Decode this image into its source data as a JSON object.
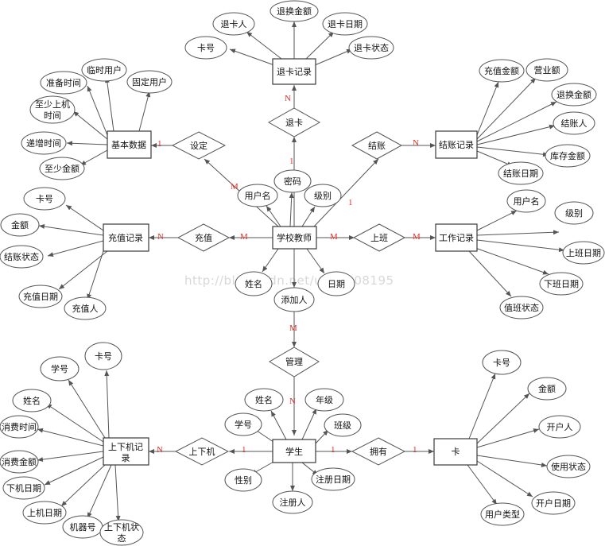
{
  "entities": {
    "teacher": "学校教师",
    "refund": "退卡记录",
    "basic": "基本数据",
    "recharge": "充值记录",
    "settle": "结账记录",
    "work": "工作记录",
    "student": "学生",
    "card": "卡",
    "online_line1": "上下机记",
    "online_line2": "录"
  },
  "relationships": {
    "refund_rel": "退卡",
    "setup": "设定",
    "settle_rel": "结账",
    "recharge_rel": "充值",
    "shift": "上班",
    "manage": "管理",
    "updown": "上下机",
    "own": "拥有"
  },
  "attributes": {
    "refund_person": "退卡人",
    "refund_amount": "退换金额",
    "refund_date": "退卡日期",
    "refund_card": "卡号",
    "refund_status": "退卡状态",
    "basic_temp_user": "临时用户",
    "basic_prep_time": "准备时间",
    "basic_fixed_user": "固定用户",
    "basic_min_time_l1": "至少上机",
    "basic_min_time_l2": "时间",
    "basic_incr_time": "递增时间",
    "basic_min_amount": "至少金额",
    "settle_recharge": "充值金额",
    "settle_revenue": "营业额",
    "settle_refund": "退换金额",
    "settle_person": "结账人",
    "settle_stock": "库存金额",
    "settle_date": "结账日期",
    "rc_card": "卡号",
    "rc_amount": "金额",
    "rc_status": "结账状态",
    "rc_date": "充值日期",
    "rc_person": "充值人",
    "t_username": "用户名",
    "t_password": "密码",
    "t_level": "级别",
    "t_name": "姓名",
    "t_date": "日期",
    "t_added_by": "添加人",
    "w_username": "用户名",
    "w_level": "级别",
    "w_start": "上班日期",
    "w_end": "下班日期",
    "w_status": "值班状态",
    "o_card": "卡号",
    "o_sid": "学号",
    "o_name": "姓名",
    "o_time": "消费时间",
    "o_amount": "消费金额",
    "o_offdate": "下机日期",
    "o_ondate": "上机日期",
    "o_machine": "机器号",
    "o_state_l1": "上下机状",
    "o_state_l2": "态",
    "s_name": "姓名",
    "s_grade": "年级",
    "s_sid": "学号",
    "s_class": "班级",
    "s_gender": "性别",
    "s_regdate": "注册日期",
    "s_registrar": "注册人",
    "c_card": "卡号",
    "c_amount": "金额",
    "c_opener": "开户人",
    "c_status": "使用状态",
    "c_opendate": "开户日期",
    "c_type": "用户类型"
  },
  "cardinalities": {
    "refund_n": "N",
    "refund_1": "1",
    "settle_1": "1",
    "settle_n": "N",
    "setup_m": "M",
    "setup_1": "1",
    "recharge_m": "M",
    "recharge_n": "N",
    "shift_m1": "M",
    "shift_m2": "M",
    "manage_m": "M",
    "manage_n": "N",
    "updown_1": "1",
    "updown_n": "N",
    "own_1a": "1",
    "own_1b": "1"
  },
  "watermark": "http://blog.csdn.net/u010108195"
}
